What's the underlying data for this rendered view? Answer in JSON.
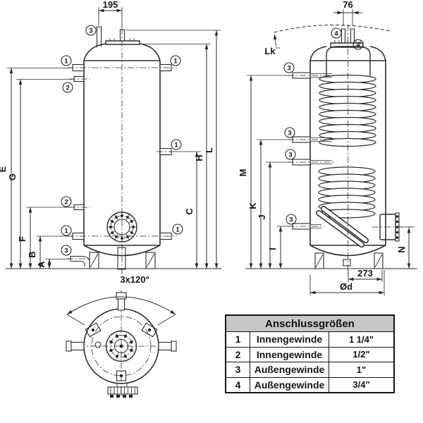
{
  "dims": {
    "top_left": "195",
    "top_right": "76",
    "bottom_right": "273",
    "diameter": "Ød",
    "angle": "3x120°",
    "tilt": "Lk",
    "front_left": [
      "E",
      "G",
      "F",
      "B",
      "A"
    ],
    "front_right": [
      "L",
      "H",
      "C"
    ],
    "side_left": [
      "M",
      "K",
      "J",
      "I"
    ],
    "side_right": [
      "N"
    ]
  },
  "markers": {
    "n1": "1",
    "n2": "2",
    "n3": "3",
    "n4": "4"
  },
  "table": {
    "title": "Anschlussgrößen",
    "rows": [
      {
        "num": "1",
        "type": "Innengewinde",
        "size": "1 1/4\""
      },
      {
        "num": "2",
        "type": "Innengewinde",
        "size": "1/2\""
      },
      {
        "num": "3",
        "type": "Außengewinde",
        "size": "1\""
      },
      {
        "num": "4",
        "type": "Außengewinde",
        "size": "3/4\""
      }
    ]
  },
  "colors": {
    "line": "#2b2b2b",
    "table_header_bg": "#c6c6c6",
    "background": "#ffffff"
  }
}
